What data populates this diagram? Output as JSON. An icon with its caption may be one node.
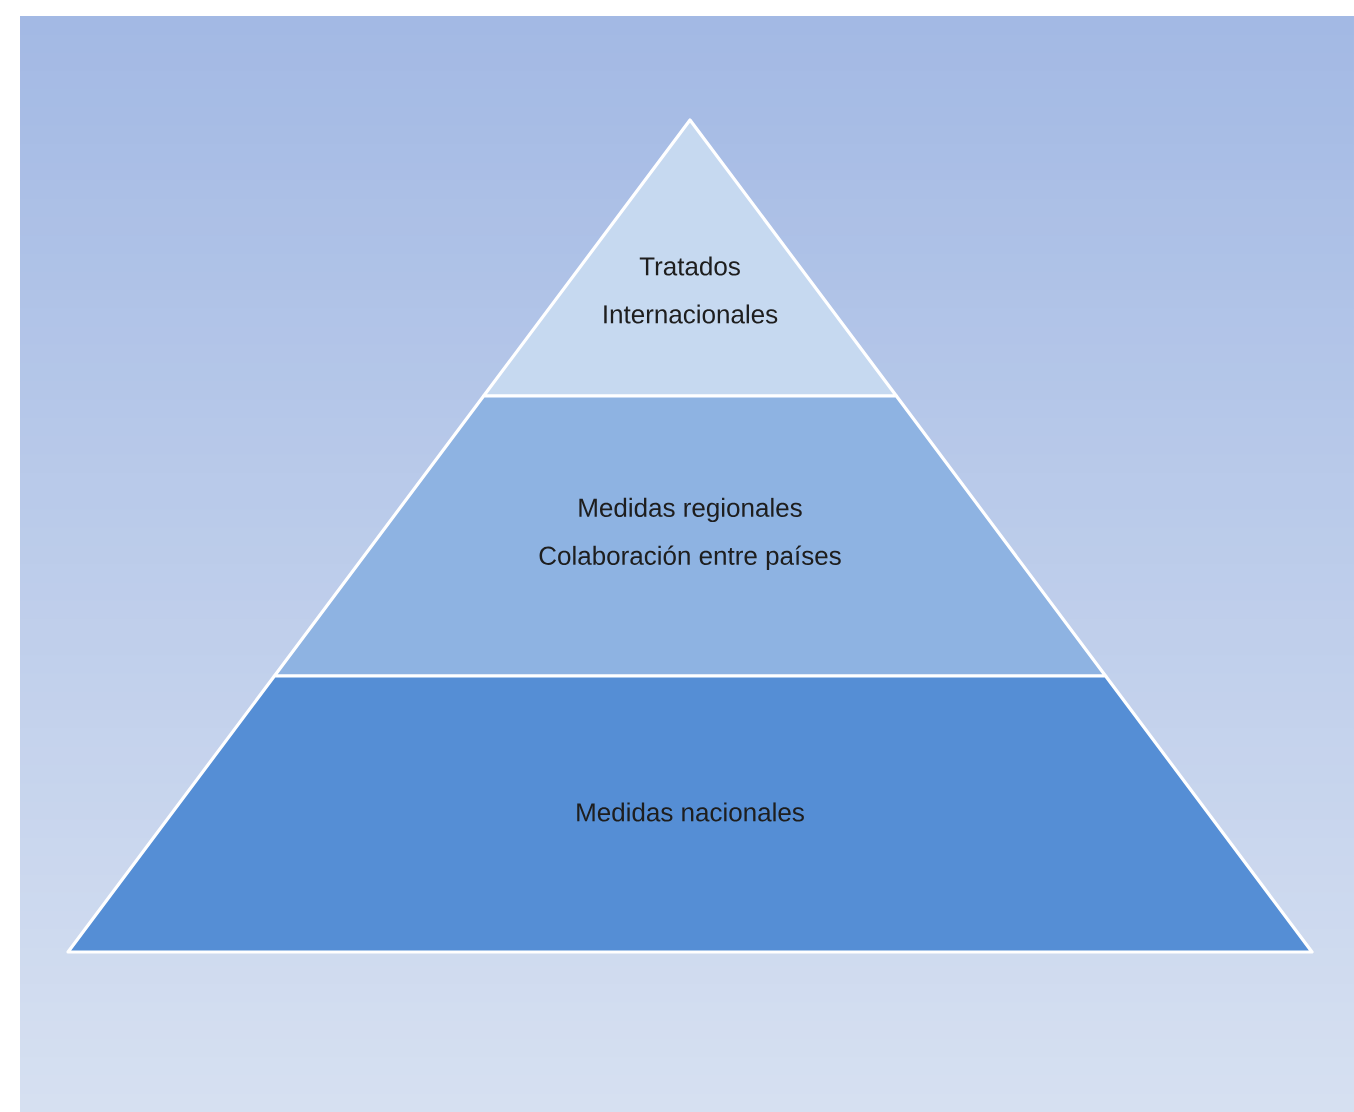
{
  "diagram": {
    "nodes": [
      {
        "text": [
          "Tratados Internacionales"
        ]
      },
      {
        "text": [
          "Medidas regionales",
          "Colaboración entre países"
        ]
      },
      {
        "text": [
          "Medidas nacionales"
        ]
      }
    ]
  }
}
